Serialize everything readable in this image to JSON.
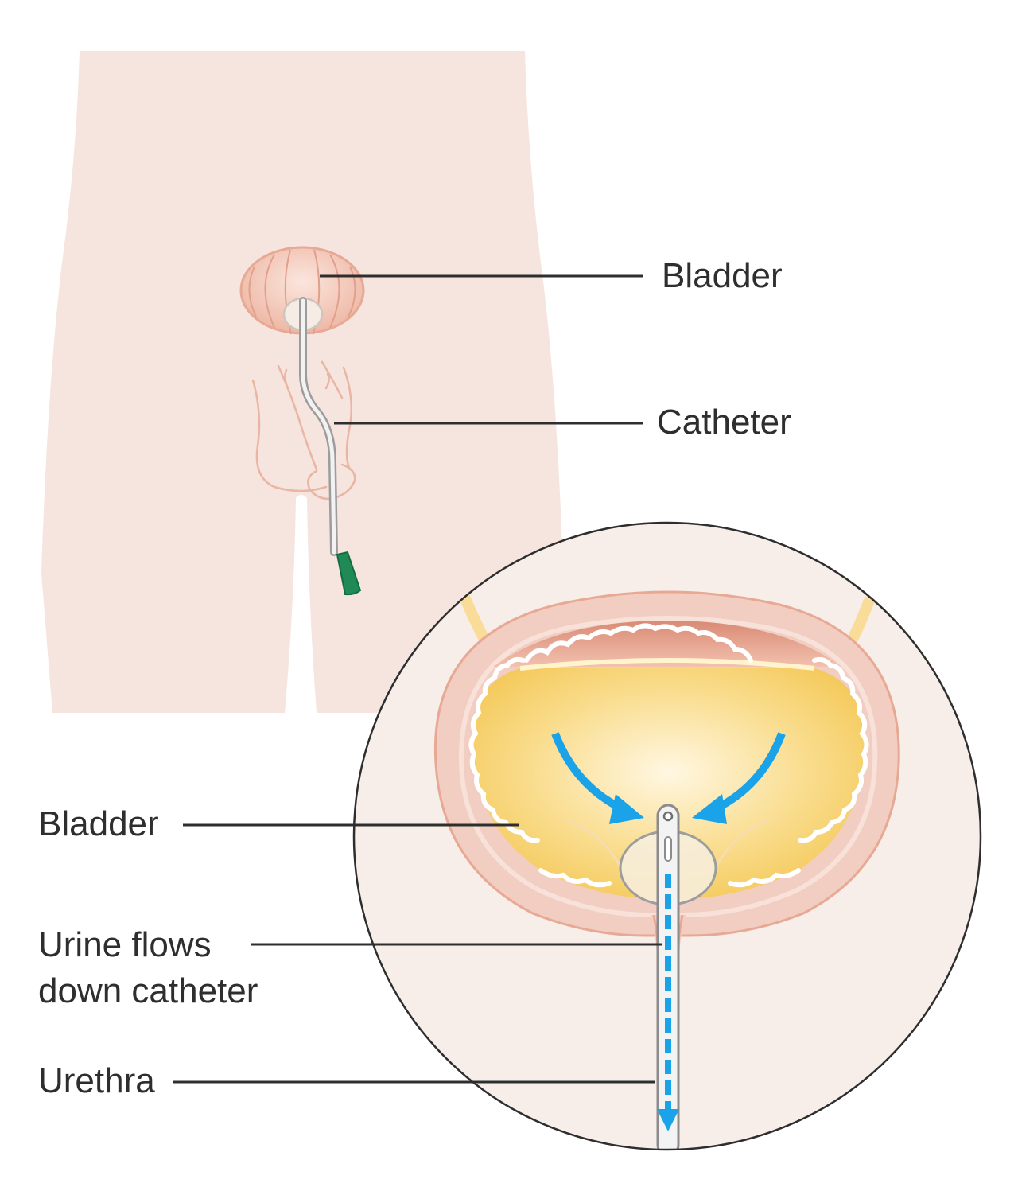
{
  "labels": {
    "bladder_top": "Bladder",
    "catheter": "Catheter",
    "bladder_bottom": "Bladder",
    "urine_flows_line1": "Urine flows",
    "urine_flows_line2": "down catheter",
    "urethra": "Urethra"
  },
  "colors": {
    "skin": "#f6e4de",
    "skin_outline": "#e8a994",
    "inset_background": "#f7ede9",
    "bladder_wall": "#f2cdc1",
    "bladder_muscle": "#e9a996",
    "urine": "#f6cf6a",
    "urine_light": "#fff5d8",
    "flow_arrows": "#1aa3e8",
    "catheter_tip": "#1f8a55",
    "leader_line": "#2e2e2e"
  }
}
